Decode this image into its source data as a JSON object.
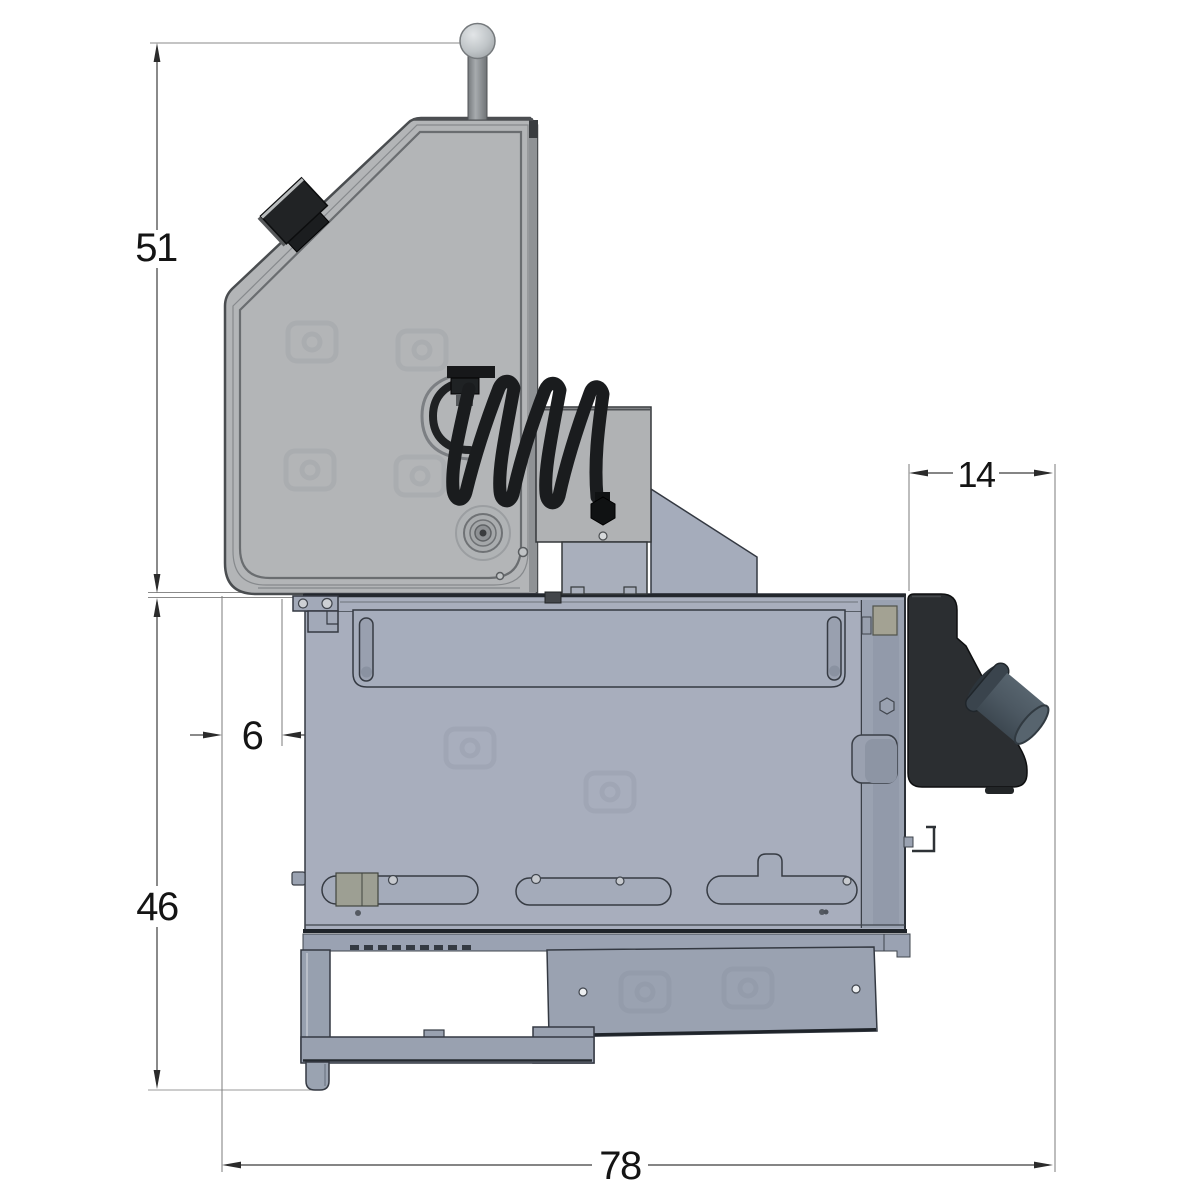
{
  "drawing": {
    "description": "CAD side-view technical drawing of a slicer-type machine with linear dimensions",
    "background": "#ffffff"
  },
  "dimensions": {
    "upper_height": "51",
    "lower_height": "46",
    "left_offset": "6",
    "top_right_width": "14",
    "overall_width": "78"
  },
  "colors": {
    "body_blue_gray": "#a8aebd",
    "housing_gray": "#b3b5b7",
    "dark_bracket": "#2b2e31",
    "nozzle_slate": "#4c5862",
    "spring_black": "#1a1c1e",
    "dimension_line": "#3c3c3c",
    "extension_line": "#8a8a8a"
  }
}
